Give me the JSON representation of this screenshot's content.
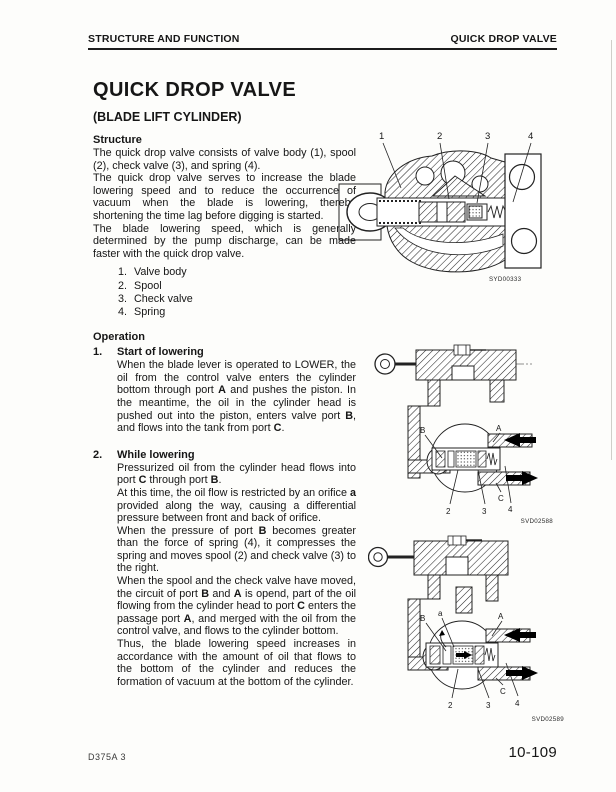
{
  "header": {
    "left": "STRUCTURE AND FUNCTION",
    "right": "QUICK DROP VALVE"
  },
  "title": "QUICK DROP VALVE",
  "subtitle": "(BLADE LIFT CYLINDER)",
  "structure": {
    "heading": "Structure",
    "paragraphs": [
      "The quick drop valve consists of valve body (1), spool (2), check valve (3), and spring (4).",
      "The quick drop valve serves to increase the blade lowering speed and to reduce the occurrence of vacuum when the blade is lowering, thereby shortening the time lag before digging is started.",
      "The blade lowering speed, which is generally determined by the pump discharge, can be made faster with the quick drop valve."
    ],
    "parts": [
      {
        "num": "1.",
        "label": "Valve body"
      },
      {
        "num": "2.",
        "label": "Spool"
      },
      {
        "num": "3.",
        "label": "Check valve"
      },
      {
        "num": "4.",
        "label": "Spring"
      }
    ]
  },
  "operation": {
    "heading": "Operation",
    "items": [
      {
        "num": "1.",
        "title": "Start of lowering",
        "paragraphs": [
          "When the blade lever is operated to LOWER, the oil from the control valve enters the cylinder bottom through port **A** and pushes the piston. In the meantime, the oil in the cylinder head is pushed out into the piston, enters valve port **B**, and flows into the tank from port **C**."
        ]
      },
      {
        "num": "2.",
        "title": "While lowering",
        "paragraphs": [
          "Pressurized oil from the cylinder head flows into port **C** through port **B**.",
          "At this time, the oil flow is restricted by an orifice **a** provided along the way, causing a differential pressure between front and back of orifice.",
          "When the pressure of port **B** becomes greater than the force of spring (4), it compresses the spring and moves spool (2) and check valve (3) to the right.",
          "When the spool and the check valve have moved, the circuit of port **B** and **A** is opend, part of the oil flowing from the cylinder head to port **C** enters the passage port **A**, and merged with the oil from the control valve, and flows to the cylinder bottom.",
          "Thus, the blade lowering speed increases in accordance with the amount of oil that flows to the bottom of the cylinder and reduces the formation of vacuum at the bottom of the cylinder."
        ]
      }
    ]
  },
  "figures": {
    "fig1": {
      "code": "SYD00333",
      "callouts": {
        "c1": "1",
        "c2": "2",
        "c3": "3",
        "c4": "4"
      }
    },
    "fig2": {
      "code": "SVD02588",
      "labels": {
        "B": "B",
        "A": "A",
        "C": "C",
        "n2": "2",
        "n3": "3",
        "n4": "4"
      }
    },
    "fig3": {
      "code": "SVD02589",
      "labels": {
        "B": "B",
        "a": "a",
        "A": "A",
        "C": "C",
        "n2": "2",
        "n3": "3",
        "n4": "4"
      }
    }
  },
  "footer": {
    "left": "D375A 3",
    "right": "10-109"
  }
}
